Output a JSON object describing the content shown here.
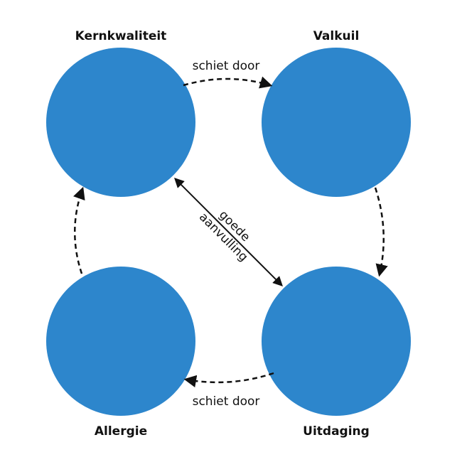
{
  "colors": {
    "circle": "#2d86cc",
    "line": "#111111"
  },
  "nodes": {
    "top_left": "Kernkwaliteit",
    "top_right": "Valkuil",
    "bottom_left": "Allergie",
    "bottom_right": "Uitdaging"
  },
  "edges": {
    "top": "schiet door",
    "bottom": "schiet door",
    "diagonal_line1": "goede",
    "diagonal_line2": "aanvulling"
  }
}
